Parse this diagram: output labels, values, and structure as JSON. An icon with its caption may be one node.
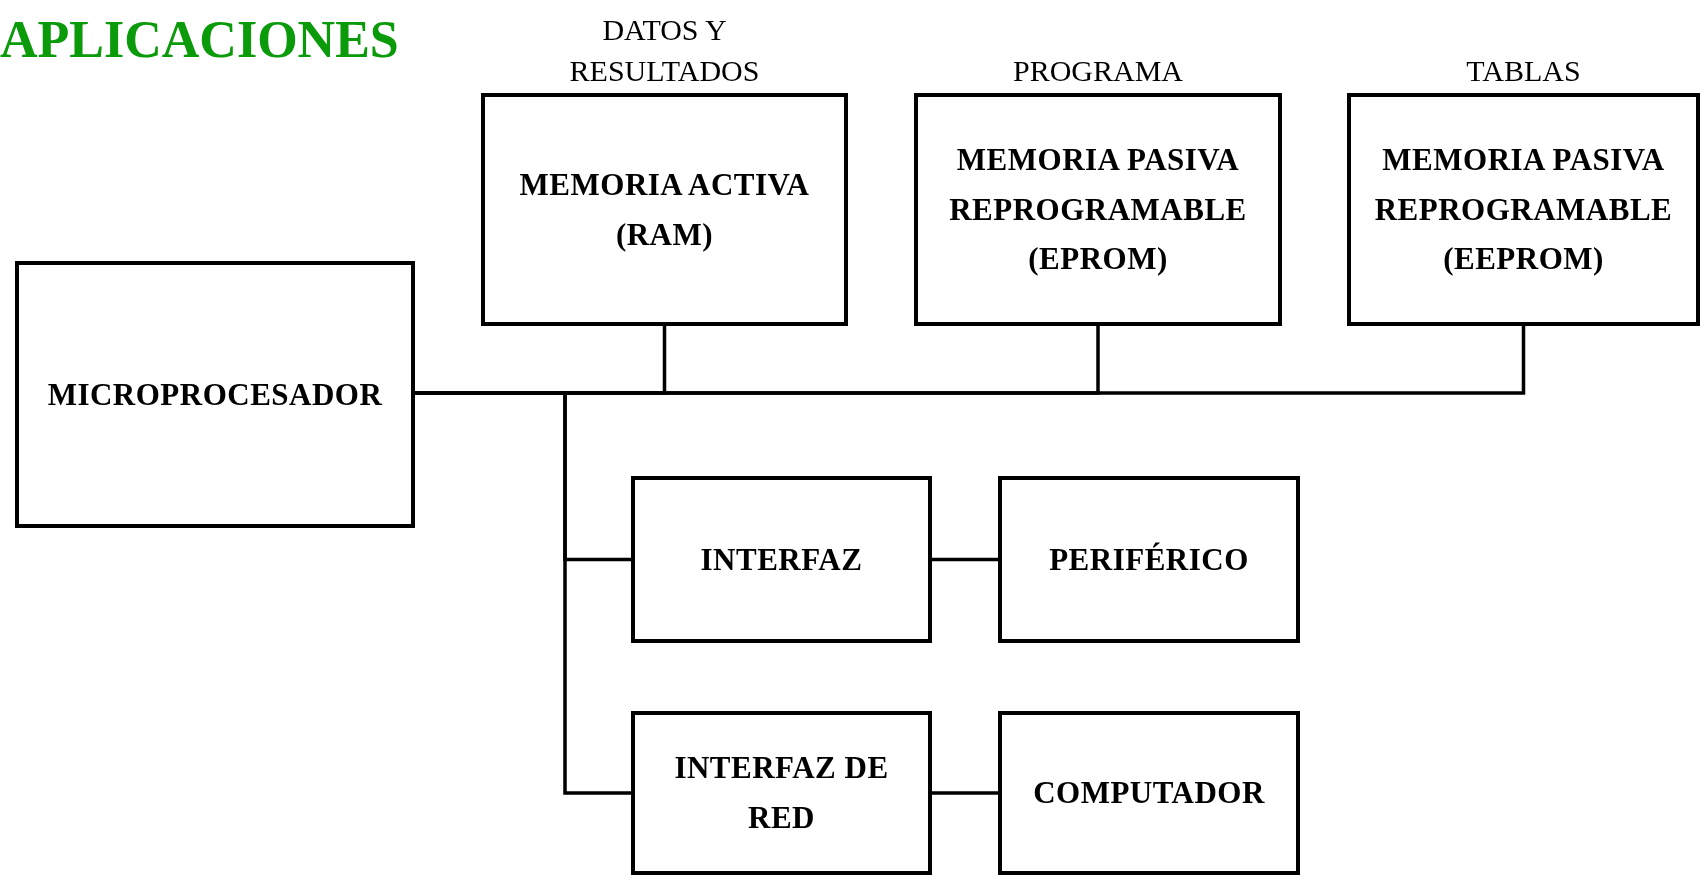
{
  "diagram": {
    "title": "APLICACIONES",
    "nodes": [
      {
        "text": [
          "MICROPROCESADOR"
        ]
      },
      {
        "text": [
          "DATOS Y RESULTADOS",
          "MEMORIA ACTIVA (RAM)"
        ]
      },
      {
        "text": [
          "PROGRAMA",
          "MEMORIA PASIVA REPROGRAMABLE (EPROM)"
        ]
      },
      {
        "text": [
          "TABLAS",
          "MEMORIA PASIVA REPROGRAMABLE (EEPROM)"
        ]
      },
      {
        "text": [
          "INTERFAZ"
        ]
      },
      {
        "text": [
          "PERIFÉRICO"
        ]
      },
      {
        "text": [
          "INTERFAZ DE RED"
        ]
      },
      {
        "text": [
          "COMPUTADOR"
        ]
      }
    ],
    "edges": [
      {
        "from": 0,
        "to": 1,
        "arrow": "none"
      },
      {
        "from": 0,
        "to": 2,
        "arrow": "none"
      },
      {
        "from": 0,
        "to": 3,
        "arrow": "none"
      },
      {
        "from": 0,
        "to": 4,
        "arrow": "none"
      },
      {
        "from": 0,
        "to": 6,
        "arrow": "none"
      },
      {
        "from": 4,
        "to": 5,
        "arrow": "none"
      },
      {
        "from": 6,
        "to": 7,
        "arrow": "none"
      }
    ]
  }
}
